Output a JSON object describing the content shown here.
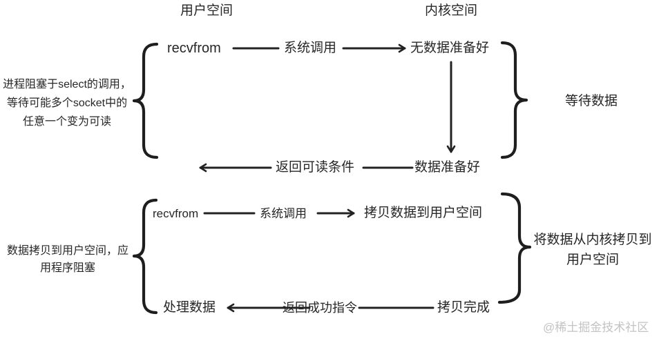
{
  "colors": {
    "ink": "#222222",
    "background": "#ffffff",
    "watermark_gray": "#c3c3c3"
  },
  "headers": {
    "user_space": "用户空间",
    "kernel_space": "内核空间"
  },
  "section_wait": {
    "recvfrom": "recvfrom",
    "syscall": "系统调用",
    "no_data_ready": "无数据准备好",
    "data_ready": "数据准备好",
    "return_readable": "返回可读条件",
    "left_note": {
      "line1": "进程阻塞于select的调用，",
      "line2": "等待可能多个socket中的",
      "line3": "任意一个变为可读"
    },
    "right_note": "等待数据"
  },
  "section_copy": {
    "recvfrom": "recvfrom",
    "syscall": "系统调用",
    "copy_to_user_space": "拷贝数据到用户空间",
    "copy_done": "拷贝完成",
    "return_success": "返回成功指令",
    "process_data": "处理数据",
    "left_note": {
      "line1": "数据拷贝到用户空间，应",
      "line2": "用程序阻塞"
    },
    "right_note": {
      "line1": "将数据从内核拷贝到",
      "line2": "用户空间"
    }
  },
  "watermark": "@稀土掘金技术社区"
}
